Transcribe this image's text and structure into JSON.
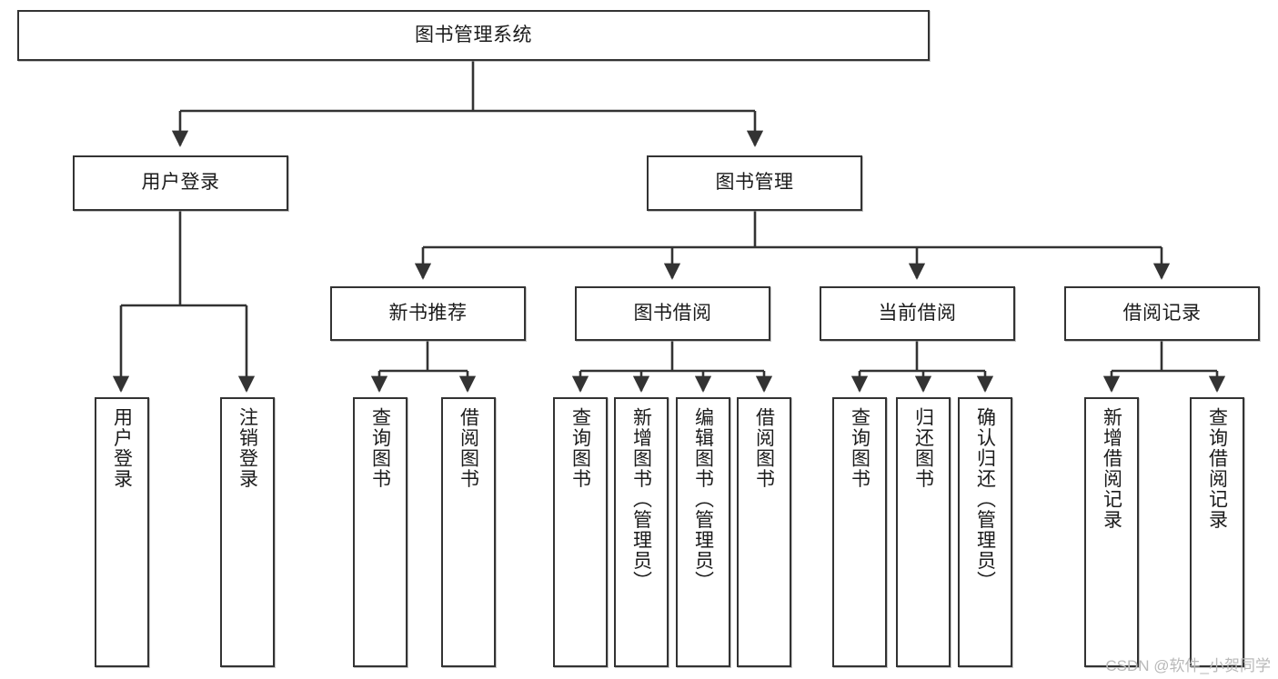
{
  "diagram": {
    "title": "图书管理系统",
    "type": "tree-hierarchy",
    "watermark": "CSDN @软件_小贺同学",
    "edge_color": "#333333",
    "node_border_color": "#333333",
    "node_fill_color": "#ffffff",
    "nodes": {
      "root": "图书管理系统",
      "level2": {
        "user_login": "用户登录",
        "book_manage": "图书管理"
      },
      "level3": {
        "new_book_recommend": "新书推荐",
        "book_borrow": "图书借阅",
        "current_borrow": "当前借阅",
        "borrow_record": "借阅记录"
      },
      "leaves": {
        "user_login_1": "用户登录",
        "user_login_2": "注销登录",
        "recommend_1": "查询图书",
        "recommend_2": "借阅图书",
        "borrow_1": "查询图书",
        "borrow_2": "新增图书（管理员）",
        "borrow_3": "编辑图书（管理员）",
        "borrow_4": "借阅图书",
        "current_1": "查询图书",
        "current_2": "归还图书",
        "current_3": "确认归还（管理员）",
        "record_1": "新增借阅记录",
        "record_2": "查询借阅记录"
      }
    }
  }
}
